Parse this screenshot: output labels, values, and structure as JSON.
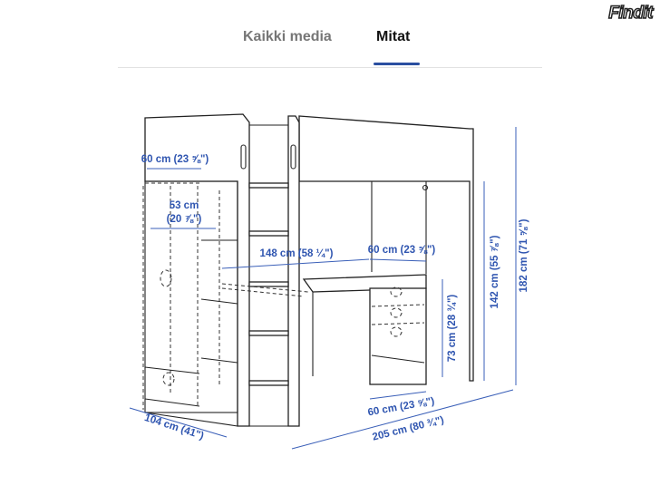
{
  "tabs": [
    {
      "label": "Kaikki media",
      "active": false
    },
    {
      "label": "Mitat",
      "active": true
    }
  ],
  "logo": "Findit",
  "accent_color": "#2a4fa0",
  "dimensions": {
    "headboard_width": "60 cm (23 ⅝\")",
    "wardrobe_width_cm": "53 cm",
    "wardrobe_width_in": "(20 ⅞\")",
    "desk_width": "148 cm (58 ¼\")",
    "desk_depth_top": "60 cm (23 ⅝\")",
    "desk_height": "73 cm (28 ¾\")",
    "under_bed_height": "142 cm (55 ⅞\")",
    "total_height": "182 cm (71 ⅝\")",
    "desk_depth_bottom": "60 cm (23 ⅝\")",
    "total_length": "205 cm (80 ¾\")",
    "total_width": "104 cm (41\")"
  }
}
